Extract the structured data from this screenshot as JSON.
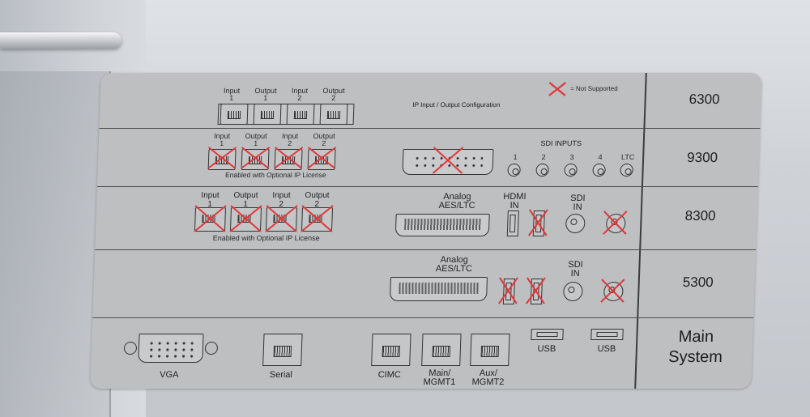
{
  "legend": {
    "not_supported": "= Not Supported",
    "x_color": "#e0383a"
  },
  "rows": {
    "r6300": {
      "model": "6300",
      "ports": [
        {
          "top": "Input",
          "bot": "1"
        },
        {
          "top": "Output",
          "bot": "1"
        },
        {
          "top": "Input",
          "bot": "2"
        },
        {
          "top": "Output",
          "bot": "2"
        }
      ],
      "ip_config": "IP Input / Output Configuration"
    },
    "r9300": {
      "model": "9300",
      "ports": [
        {
          "top": "Input",
          "bot": "1"
        },
        {
          "top": "Output",
          "bot": "1"
        },
        {
          "top": "Input",
          "bot": "2"
        },
        {
          "top": "Output",
          "bot": "2"
        }
      ],
      "license": "Enabled with Optional IP License",
      "sdi_title": "SDI  INPUTS",
      "sdi_labels": [
        "1",
        "2",
        "3",
        "4",
        "LTC"
      ]
    },
    "r8300": {
      "model": "8300",
      "ports": [
        {
          "top": "Input",
          "bot": "1"
        },
        {
          "top": "Output",
          "bot": "1"
        },
        {
          "top": "Input",
          "bot": "2"
        },
        {
          "top": "Output",
          "bot": "2"
        }
      ],
      "license": "Enabled with Optional IP License",
      "analog_1": "Analog",
      "analog_2": "AES/LTC",
      "hdmi_1": "HDMI",
      "hdmi_2": "IN",
      "sdi_1": "SDI",
      "sdi_2": "IN"
    },
    "r5300": {
      "model": "5300",
      "analog_1": "Analog",
      "analog_2": "AES/LTC",
      "sdi_1": "SDI",
      "sdi_2": "IN"
    },
    "main": {
      "model_1": "Main",
      "model_2": "System",
      "vga": "VGA",
      "serial": "Serial",
      "cimc": "CIMC",
      "mgmt1_1": "Main/",
      "mgmt1_2": "MGMT1",
      "mgmt2_1": "Aux/",
      "mgmt2_2": "MGMT2",
      "usb_1": "USB",
      "usb_2": "USB"
    }
  }
}
